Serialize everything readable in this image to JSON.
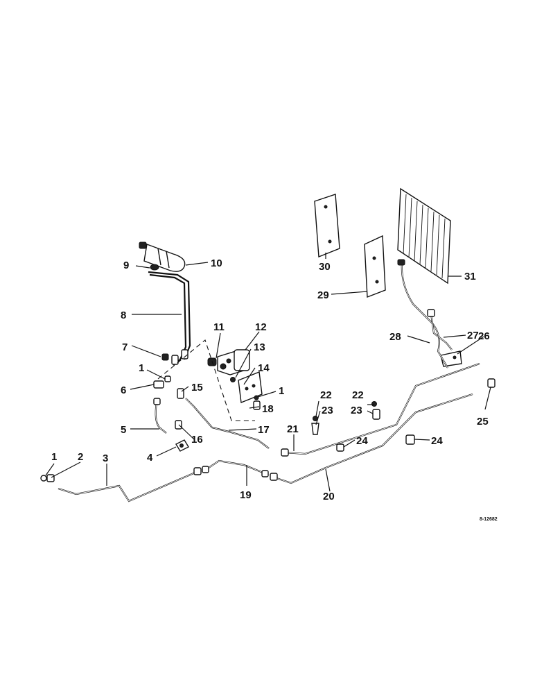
{
  "callouts": {
    "c1a": "1",
    "c1b": "1",
    "c1c": "1",
    "c2": "2",
    "c3": "3",
    "c4": "4",
    "c5": "5",
    "c6": "6",
    "c7": "7",
    "c8": "8",
    "c9": "9",
    "c10": "10",
    "c11": "11",
    "c12": "12",
    "c13": "13",
    "c14": "14",
    "c15": "15",
    "c16": "16",
    "c17": "17",
    "c18": "18",
    "c19": "19",
    "c20": "20",
    "c21": "21",
    "c22a": "22",
    "c22b": "22",
    "c23a": "23",
    "c23b": "23",
    "c24a": "24",
    "c24b": "24",
    "c25": "25",
    "c26": "26",
    "c27": "27",
    "c28": "28",
    "c29": "29",
    "c30": "30",
    "c31": "31"
  },
  "document_number": "8-12682",
  "colors": {
    "ink": "#111111",
    "background": "#ffffff"
  }
}
